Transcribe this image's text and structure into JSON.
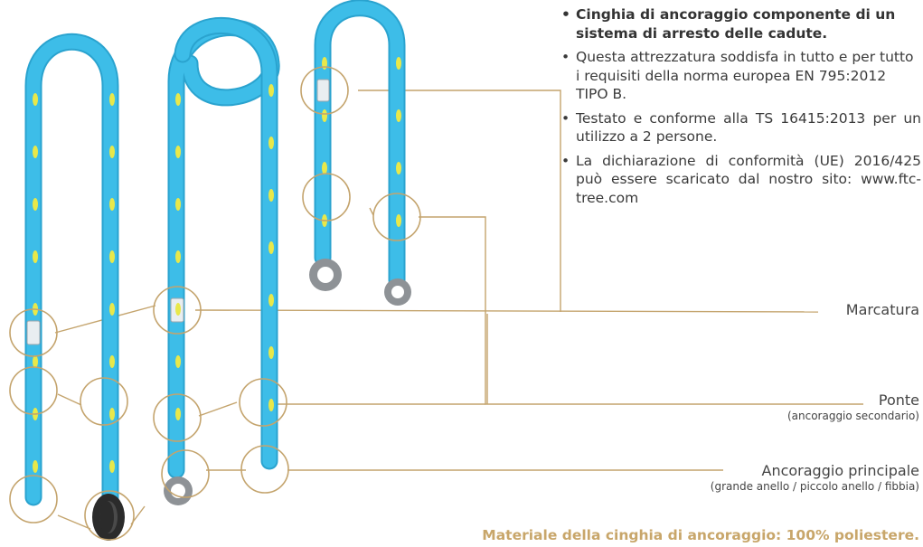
{
  "colors": {
    "strap": "#3dbde8",
    "strap_edge": "#2aa3cf",
    "spot": "#e8e84a",
    "callout_line": "#c4a46d",
    "small_ring": "#8e9296",
    "big_ring": "#2b2b2b",
    "label_tag": "#e9eef1",
    "footer_text": "#c8a66a"
  },
  "bullets": [
    "Cinghia di ancoraggio componente di un sistema di arresto delle cadute.",
    "Questa attrezzatura soddisfa in tutto e per tutto i requisiti della norma europea EN 795:2012 TIPO B.",
    "Testato e conforme alla TS 16415:2013 per un utilizzo a 2 persone.",
    "La dichiarazione di conformità (UE) 2016/425 può essere scaricato dal nostro sito: www.ftc-tree.com"
  ],
  "callouts": {
    "marcatura": {
      "title": "Marcatura"
    },
    "ponte": {
      "title": "Ponte",
      "subtitle": "(ancoraggio secondario)"
    },
    "ancoraggio": {
      "title": "Ancoraggio principale",
      "subtitle": "(grande anello / piccolo anello / fibbia)"
    }
  },
  "footer": "Materiale della cinghia di ancoraggio: 100% poliestere.",
  "slings": [
    {
      "name": "sling-with-buckle",
      "end": "large ring"
    },
    {
      "name": "sling-with-large-loop",
      "end": "small ring"
    },
    {
      "name": "short-sling",
      "end": "small ring"
    }
  ]
}
